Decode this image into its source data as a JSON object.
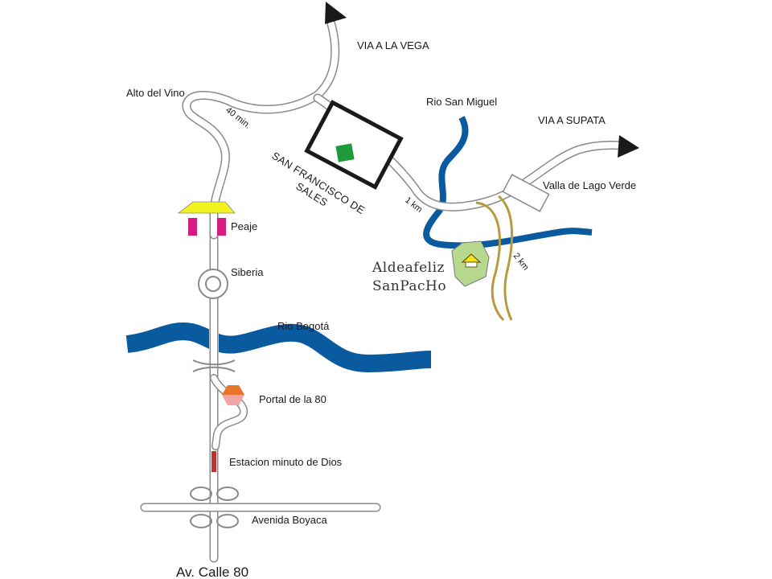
{
  "map": {
    "labels": {
      "via_la_vega": "VIA A LA VEGA",
      "alto_del_vino": "Alto del Vino",
      "forty_min": "40 min.",
      "san_francisco_line1": "SAN FRANCISCO DE",
      "san_francisco_line2": "SALES",
      "rio_san_miguel": "Rio San Miguel",
      "via_supata": "VIA A SUPATA",
      "valla_lago_verde": "Valla de Lago Verde",
      "one_km": "1 km",
      "two_km": "2 km",
      "aldeafeliz": "Aldeafeliz",
      "sanpacho": "SanPacHo",
      "peaje": "Peaje",
      "siberia": "Siberia",
      "rio_bogota": "Rio Bogotá",
      "portal_80": "Portal de la 80",
      "estacion": "Estacion minuto de Dios",
      "avenida_boyaca": "Avenida Boyaca",
      "av_calle_80": "Av. Calle 80"
    },
    "colors": {
      "river": "#0a5aa0",
      "road_outline": "#8a8a8a",
      "sanpacho_road": "#b89a3c",
      "peaje_roof": "#f2f21e",
      "peaje_booth": "#d81b7f",
      "sf_square": "#1e9a3a",
      "aldea_area": "#b6d98e",
      "hut_roof": "#f2e31e",
      "portal_top": "#e8762a",
      "portal_bottom": "#f1a3a6",
      "estacion": "#c0312e",
      "arrow": "#1a1a1a"
    }
  }
}
